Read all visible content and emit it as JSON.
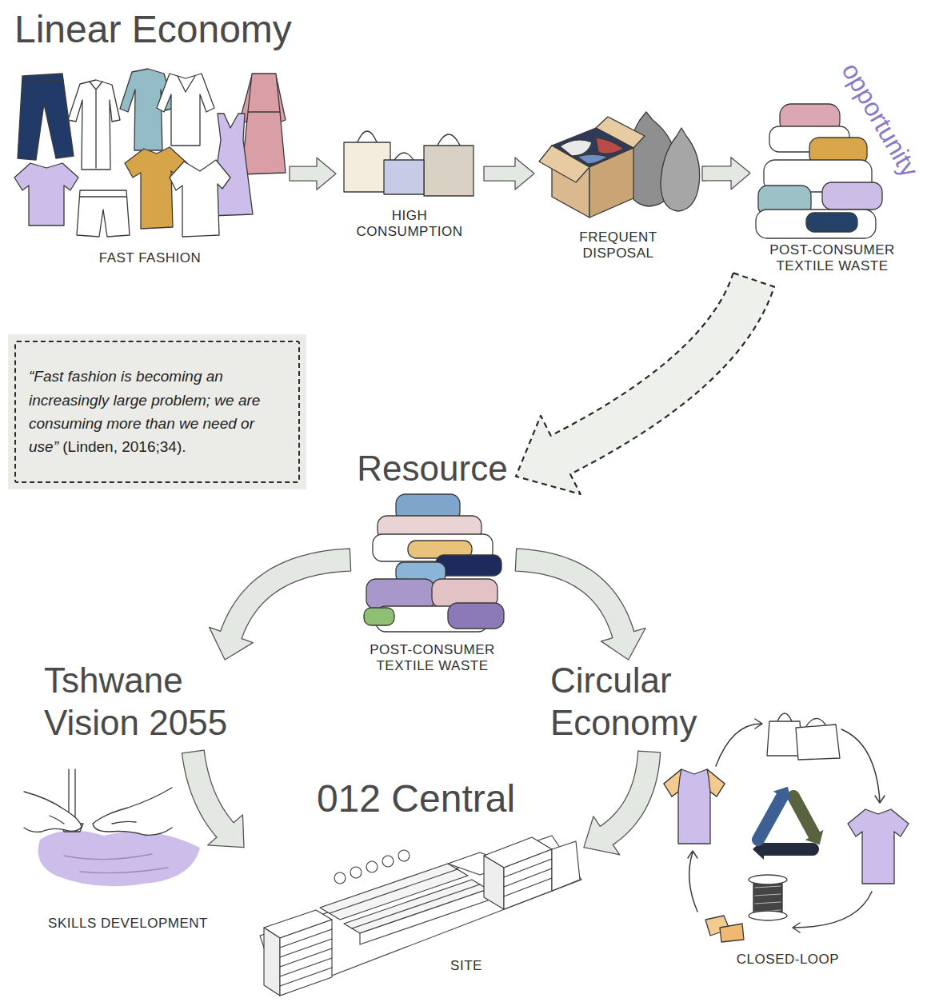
{
  "diagram": {
    "title": "Linear Economy",
    "nodes": [
      {
        "text": [
          "FAST FASHION"
        ]
      },
      {
        "text": [
          "HIGH CONSUMPTION"
        ]
      },
      {
        "text": [
          "FREQUENT DISPOSAL"
        ]
      },
      {
        "text": [
          "opportunity",
          "POST-CONSUMER TEXTILE WASTE"
        ]
      },
      {
        "text": [
          "“Fast fashion is becoming an increasingly large problem; we are consuming more than we need or use”",
          "(Linden, 2016;34)."
        ]
      },
      {
        "text": [
          "Resource",
          "POST-CONSUMER TEXTILE WASTE"
        ]
      },
      {
        "text": [
          "Tshwane Vision 2055"
        ]
      },
      {
        "text": [
          "Circular Economy"
        ]
      },
      {
        "text": [
          "012 Central",
          "SITE"
        ]
      }
    ],
    "edges": [
      {
        "from": 0,
        "to": 1,
        "arrow": "to"
      },
      {
        "from": 1,
        "to": 2,
        "arrow": "to"
      },
      {
        "from": 2,
        "to": 3,
        "arrow": "to"
      },
      {
        "from": 3,
        "to": 5,
        "arrow": "to"
      },
      {
        "from": 5,
        "to": 6,
        "arrow": "to"
      },
      {
        "from": 5,
        "to": 7,
        "arrow": "to"
      },
      {
        "from": 6,
        "to": 8,
        "arrow": "to"
      },
      {
        "from": 7,
        "to": 8,
        "arrow": "to"
      }
    ],
    "labels": [
      "SKILLS DEVELOPMENT",
      "CLOSED-LOOP"
    ]
  }
}
